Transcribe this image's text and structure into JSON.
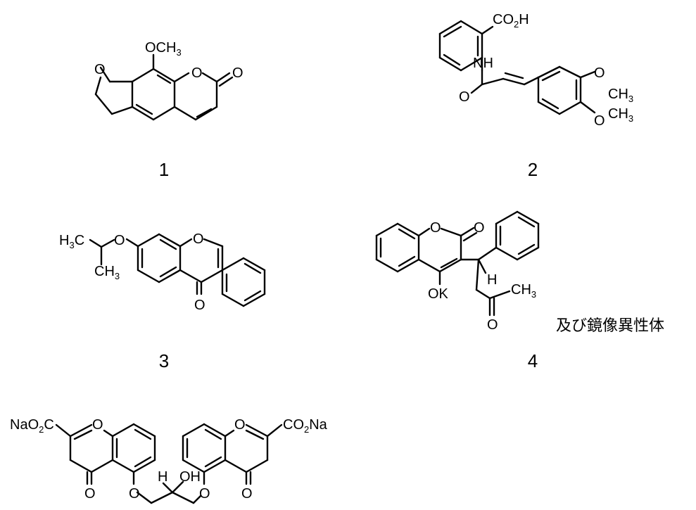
{
  "compounds": [
    {
      "number": "1",
      "labels": {
        "methoxy": "OCH",
        "methoxy_sub": "3",
        "ring_o1": "O",
        "ring_o2": "O",
        "carbonyl_o": "O"
      }
    },
    {
      "number": "2",
      "labels": {
        "acid": "CO",
        "acid_sub": "2",
        "acid_h": "H",
        "nh": "NH",
        "amide_o": "O",
        "methoxy_a": "O",
        "ch3_a": "CH",
        "ch3_a_sub": "3",
        "methoxy_b": "O",
        "ch3_b": "CH",
        "ch3_b_sub": "3"
      }
    },
    {
      "number": "3",
      "labels": {
        "h3c": "H",
        "h3c_sub": "3",
        "h3c_c": "C",
        "ether_o": "O",
        "ring_o": "O",
        "ch3": "CH",
        "ch3_sub": "3",
        "carbonyl_o": "O"
      }
    },
    {
      "number": "4",
      "labels": {
        "ring_o": "O",
        "carbonyl_o": "O",
        "ok": "OK",
        "h": "H",
        "ketone_o": "O",
        "ch3": "CH",
        "ch3_sub": "3"
      },
      "note": "及び鏡像異性体"
    },
    {
      "number": "",
      "labels": {
        "nao2c": "NaO",
        "nao2c_sub": "2",
        "nao2c_c": "C",
        "ring_o_left": "O",
        "ring_o_right": "O",
        "co2na": "CO",
        "co2na_sub": "2",
        "co2na_na": "Na",
        "carbonyl_o_left": "O",
        "carbonyl_o_right": "O",
        "ether_o_left": "O",
        "ether_o_right": "O",
        "h": "H",
        "oh": "OH"
      }
    }
  ]
}
